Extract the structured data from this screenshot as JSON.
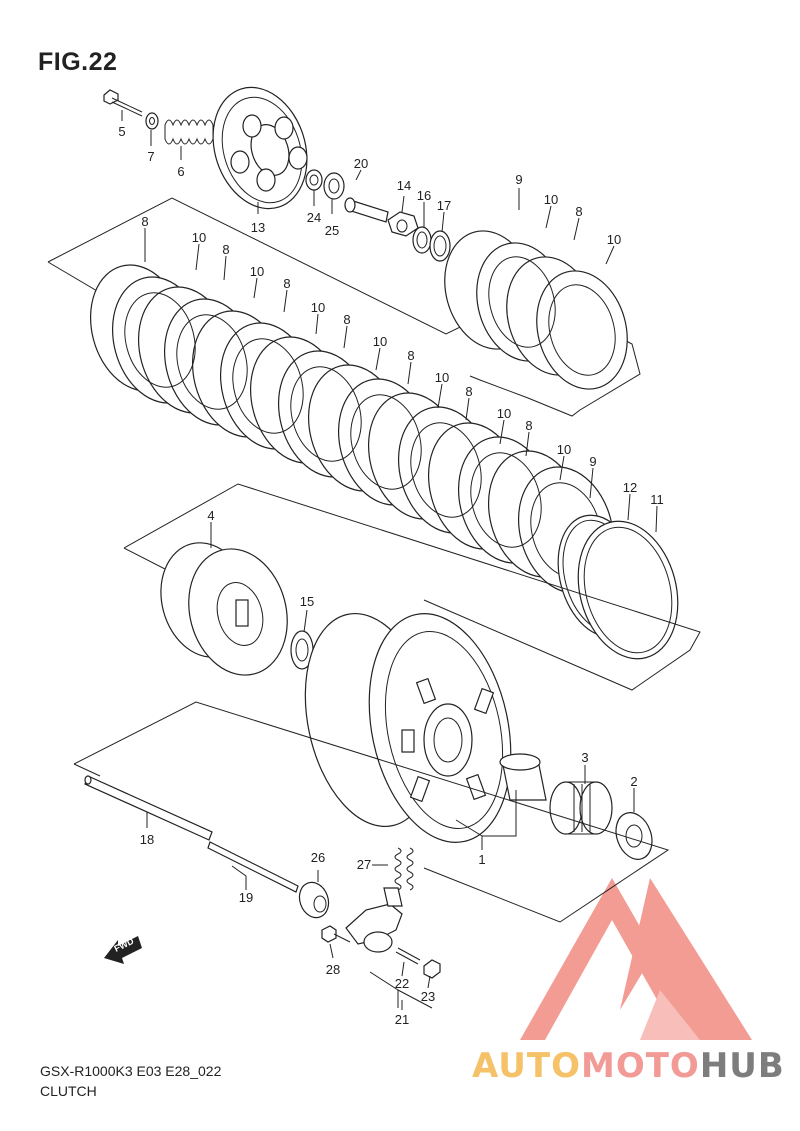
{
  "figure": {
    "title": "FIG.22",
    "model_code": "GSX-R1000K3 E03 E28_022",
    "section": "CLUTCH"
  },
  "direction_tag": "FWD",
  "watermark": {
    "part1": "AUTO",
    "part2": "MOTO",
    "part3": "HUB",
    "colors": {
      "logo": "#f28b82",
      "auto": "#f5c26a",
      "moto": "#f29b96",
      "hub": "#7d7d7d"
    }
  },
  "callouts": [
    {
      "num": "1"
    },
    {
      "num": "2"
    },
    {
      "num": "3"
    },
    {
      "num": "4"
    },
    {
      "num": "5"
    },
    {
      "num": "6"
    },
    {
      "num": "7"
    },
    {
      "num": "8"
    },
    {
      "num": "8"
    },
    {
      "num": "8"
    },
    {
      "num": "8"
    },
    {
      "num": "8"
    },
    {
      "num": "8"
    },
    {
      "num": "8"
    },
    {
      "num": "8"
    },
    {
      "num": "9"
    },
    {
      "num": "9"
    },
    {
      "num": "10"
    },
    {
      "num": "10"
    },
    {
      "num": "10"
    },
    {
      "num": "10"
    },
    {
      "num": "10"
    },
    {
      "num": "10"
    },
    {
      "num": "10"
    },
    {
      "num": "10"
    },
    {
      "num": "10"
    },
    {
      "num": "10"
    },
    {
      "num": "11"
    },
    {
      "num": "12"
    },
    {
      "num": "13"
    },
    {
      "num": "14"
    },
    {
      "num": "15"
    },
    {
      "num": "16"
    },
    {
      "num": "17"
    },
    {
      "num": "18"
    },
    {
      "num": "19"
    },
    {
      "num": "20"
    },
    {
      "num": "21"
    },
    {
      "num": "22"
    },
    {
      "num": "23"
    },
    {
      "num": "24"
    },
    {
      "num": "25"
    },
    {
      "num": "26"
    },
    {
      "num": "27"
    },
    {
      "num": "28"
    }
  ]
}
